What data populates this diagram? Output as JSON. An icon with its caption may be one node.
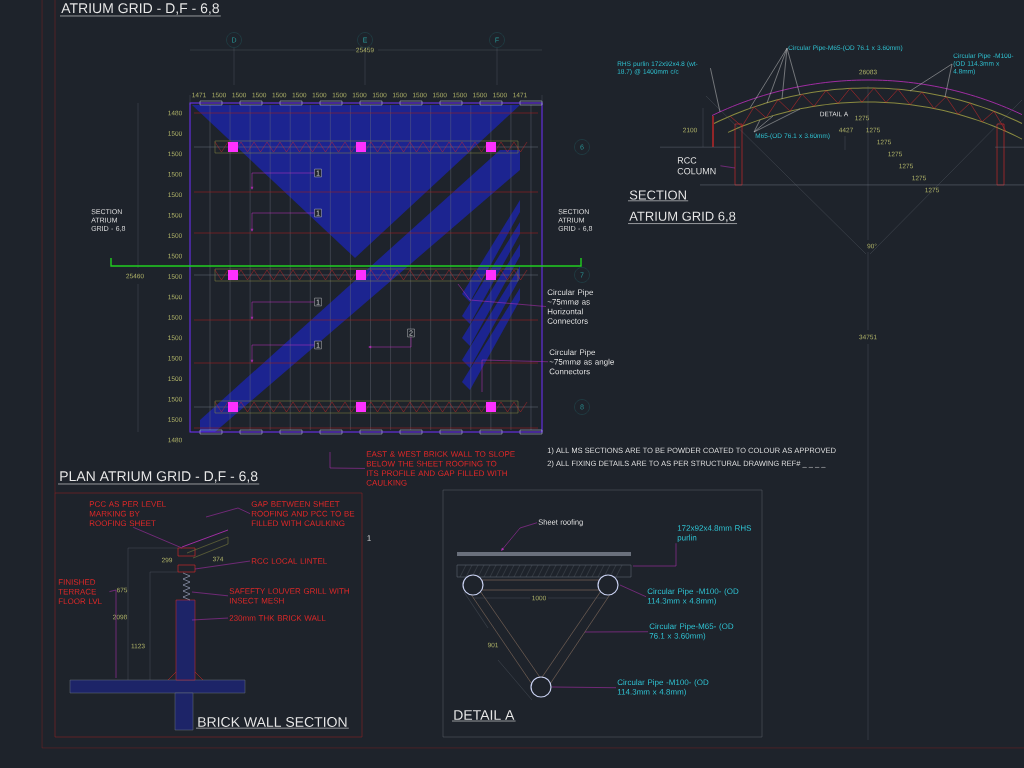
{
  "diagram": {
    "title": "ATRIUM GRID - D,F - 6,8",
    "nodes": [
      {
        "text": [
          "D"
        ]
      },
      {
        "text": [
          "E"
        ]
      },
      {
        "text": [
          "F"
        ]
      },
      {
        "text": [
          "6"
        ]
      },
      {
        "text": [
          "7"
        ]
      },
      {
        "text": [
          "8"
        ]
      },
      {
        "text": [
          "1"
        ]
      },
      {
        "text": [
          "1"
        ]
      },
      {
        "text": [
          "1"
        ]
      },
      {
        "text": [
          "2"
        ]
      },
      {
        "text": [
          "1"
        ]
      },
      {
        "text": [
          "Circular Pipe ~75mmø as Horizontal Connectors"
        ]
      },
      {
        "text": [
          "Circular Pipe ~75mmø as angle Connectors"
        ]
      },
      {
        "text": [
          "EAST & WEST BRICK WALL TO SLOPE BELOW THE SHEET ROOFING TO ITS PROFILE AND GAP FILLED WITH CAULKING"
        ]
      },
      {
        "text": [
          "RHS purlin 172x92x4.8 (wt-18.7) @ 1400mm c/c"
        ]
      },
      {
        "text": [
          "Circular Pipe-M65-(OD 76.1 x 3.60mm)"
        ]
      },
      {
        "text": [
          "M65-(OD 76.1 x 3.60mm)"
        ]
      },
      {
        "text": [
          "Circular Pipe -M100-(OD 114.3mm x 4.8mm)"
        ]
      },
      {
        "text": [
          "RCC COLUMN"
        ]
      },
      {
        "text": [
          "PCC AS PER LEVEL MARKING BY ROOFING SHEET"
        ]
      },
      {
        "text": [
          "GAP BETWEEN SHEET ROOFING AND PCC TO BE FILLED WITH CAULKING"
        ]
      },
      {
        "text": [
          "RCC LOCAL LINTEL"
        ]
      },
      {
        "text": [
          "FINISHED TERRACE FLOOR LVL"
        ]
      },
      {
        "text": [
          "SAFEFTY LOUVER GRILL WITH INSECT MESH"
        ]
      },
      {
        "text": [
          "230mm THK BRICK WALL"
        ]
      },
      {
        "text": [
          "Sheet roofing"
        ]
      },
      {
        "text": [
          "172x92x4.8mm RHS purlin"
        ]
      },
      {
        "text": [
          "Circular Pipe -M100- (OD 114.3mm x 4.8mm)"
        ]
      },
      {
        "text": [
          "Circular Pipe-M65- (OD 76.1 x 3.60mm)"
        ]
      },
      {
        "text": [
          "Circular Pipe -M100- (OD 114.3mm x 4.8mm)"
        ]
      }
    ],
    "edges": [
      {
        "from": 6,
        "to": null,
        "arrow": "to"
      },
      {
        "from": 7,
        "to": null,
        "arrow": "to"
      },
      {
        "from": 8,
        "to": null,
        "arrow": "to"
      },
      {
        "from": 10,
        "to": null,
        "arrow": "to"
      },
      {
        "from": 9,
        "to": null,
        "arrow": "to"
      },
      {
        "from": 11,
        "to": null,
        "arrow": "none"
      },
      {
        "from": 12,
        "to": null,
        "arrow": "none"
      },
      {
        "from": 13,
        "to": null,
        "arrow": "none"
      },
      {
        "from": 14,
        "to": null,
        "arrow": "none",
        "color": "#c8c8c8"
      },
      {
        "from": 15,
        "to": null,
        "arrow": "none",
        "color": "#c8c8c8"
      },
      {
        "from": 15,
        "to": null,
        "arrow": "none",
        "color": "#c8c8c8"
      },
      {
        "from": 15,
        "to": null,
        "arrow": "none",
        "color": "#c8c8c8"
      },
      {
        "from": 15,
        "to": null,
        "arrow": "none",
        "color": "#c8c8c8"
      },
      {
        "from": 16,
        "to": null,
        "arrow": "none",
        "color": "#c8c8c8"
      },
      {
        "from": 16,
        "to": null,
        "arrow": "none",
        "color": "#c8c8c8"
      },
      {
        "from": 16,
        "to": null,
        "arrow": "none",
        "color": "#c8c8c8"
      },
      {
        "from": 17,
        "to": null,
        "arrow": "none",
        "color": "#c8c8c8"
      },
      {
        "from": 17,
        "to": null,
        "arrow": "none",
        "color": "#c8c8c8"
      },
      {
        "from": 18,
        "to": null,
        "arrow": "none"
      },
      {
        "from": 19,
        "to": null,
        "arrow": "none"
      },
      {
        "from": 20,
        "to": null,
        "arrow": "none"
      },
      {
        "from": 21,
        "to": null,
        "arrow": "none"
      },
      {
        "from": 22,
        "to": null,
        "arrow": "none"
      },
      {
        "from": 23,
        "to": null,
        "arrow": "none"
      },
      {
        "from": 24,
        "to": null,
        "arrow": "none"
      },
      {
        "from": 25,
        "to": null,
        "arrow": "to"
      },
      {
        "from": 26,
        "to": null,
        "arrow": "none"
      },
      {
        "from": 27,
        "to": null,
        "arrow": "none"
      },
      {
        "from": 28,
        "to": null,
        "arrow": "none"
      },
      {
        "from": 29,
        "to": null,
        "arrow": "none"
      }
    ],
    "labels": [
      "25459",
      "1471",
      "1500",
      "1500",
      "1500",
      "1500",
      "1500",
      "1500",
      "1500",
      "1500",
      "1500",
      "1500",
      "1500",
      "1500",
      "1500",
      "1500",
      "1500",
      "1471",
      "1480",
      "1500",
      "1500",
      "1500",
      "1500",
      "1500",
      "1500",
      "1500",
      "1500",
      "1500",
      "1500",
      "1500",
      "1500",
      "1500",
      "1500",
      "1500",
      "1480",
      "25460",
      "SECTION ATRIUM GRID - 6,8",
      "SECTION ATRIUM GRID - 6,8",
      "PLAN ATRIUM GRID - D,F - 6,8",
      "1) ALL MS SECTIONS ARE TO BE POWDER COATED TO COLOUR AS APPROVED",
      "2) ALL FIXING DETAILS ARE TO AS PER STRUCTURAL DRAWING REF# _ _ _ _",
      "26083",
      "DETAIL A",
      "4427",
      "1275",
      "1275",
      "1275",
      "1275",
      "1275",
      "1275",
      "1275",
      "2100",
      "SECTION",
      "ATRIUM GRID 6,8",
      "90°",
      "34751",
      "299",
      "374",
      "675",
      "2098",
      "1123",
      "1",
      "BRICK WALL SECTION",
      "1000",
      "901",
      "DETAIL A"
    ]
  }
}
